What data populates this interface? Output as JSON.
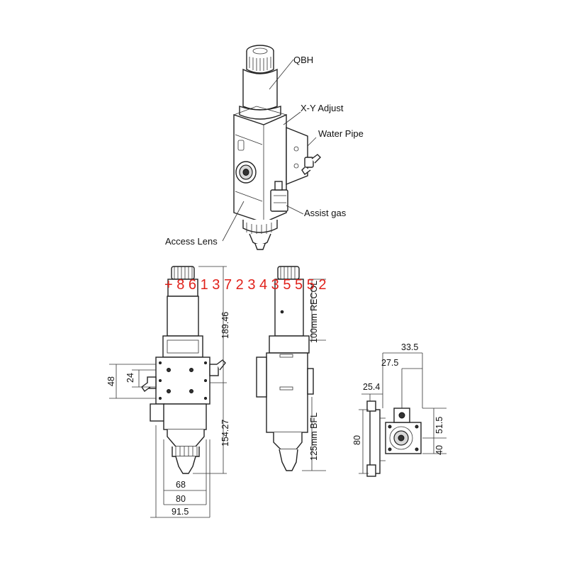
{
  "callouts": {
    "qbh": "QBH",
    "xy_adjust": "X-Y Adjust",
    "water_pipe": "Water Pipe",
    "assist_gas": "Assist gas",
    "access_lens": "Access Lens"
  },
  "dimensions": {
    "front_height_upper": "189.46",
    "front_height_lower": "154.27",
    "front_48": "48",
    "front_24": "24",
    "front_68": "68",
    "front_80": "80",
    "front_915": "91.5",
    "side_recol": "100mm RECOL",
    "side_bfl": "125mm BFL",
    "top_335": "33.5",
    "top_275": "27.5",
    "top_254": "25.4",
    "top_80": "80",
    "top_515": "51.5",
    "top_40": "40"
  },
  "watermark": "+ 8 6 1 3 7 2 3 4 3 5 5 5 2",
  "colors": {
    "watermark": "#e0221b",
    "line": "#222222"
  }
}
